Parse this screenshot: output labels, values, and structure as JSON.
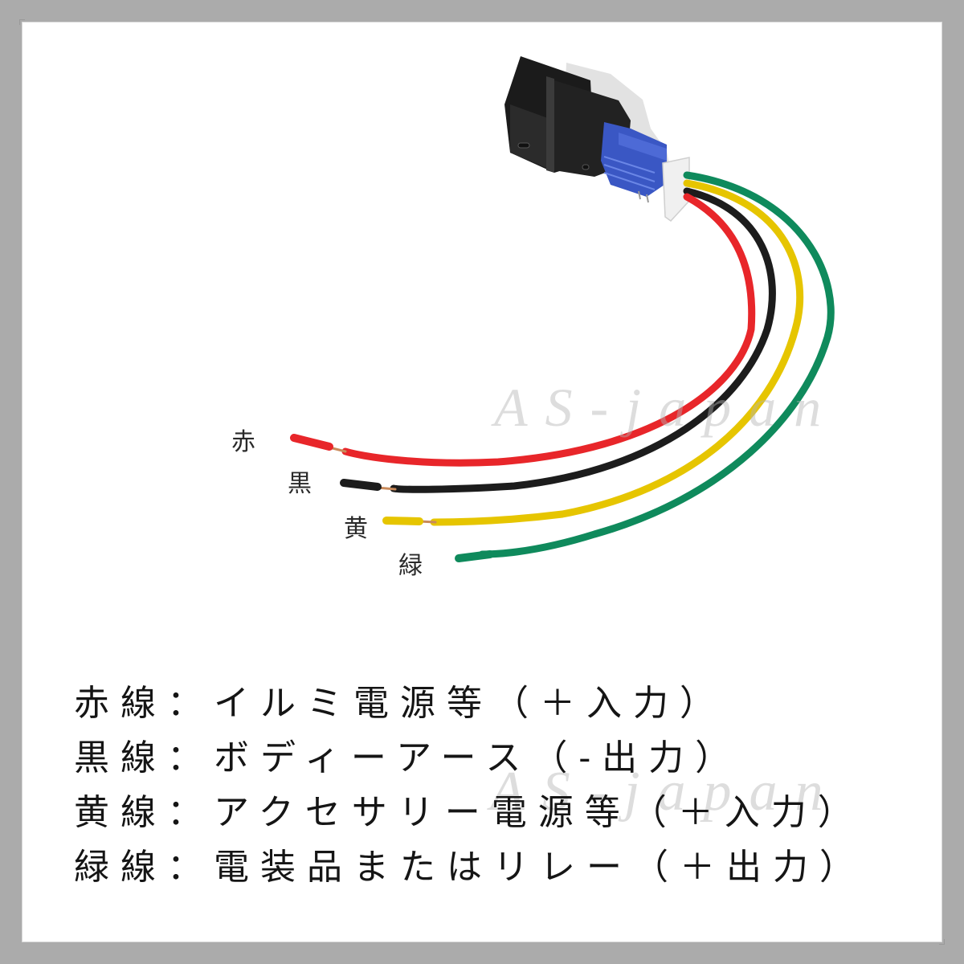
{
  "frame": {
    "background": "#ababab",
    "card_background": "#ffffff"
  },
  "product": {
    "connector": {
      "housing_color": "#1a1a1a",
      "lock_color": "#3a57c4",
      "insulator_color": "#f2f2f2"
    },
    "wires": [
      {
        "id": "red",
        "label": "赤",
        "color": "#e8262a"
      },
      {
        "id": "black",
        "label": "黒",
        "color": "#1c1c1c"
      },
      {
        "id": "yellow",
        "label": "黄",
        "color": "#e6c500"
      },
      {
        "id": "green",
        "label": "緑",
        "color": "#0f8a5c"
      }
    ]
  },
  "watermarks": [
    {
      "text": "AS-japan"
    },
    {
      "text": "AS-japan"
    }
  ],
  "legend": {
    "separator": "：",
    "items": [
      {
        "wire": "赤線",
        "description": "イルミ電源等（＋入力）"
      },
      {
        "wire": "黒線",
        "description": "ボディーアース（-出力）"
      },
      {
        "wire": "黄線",
        "description": "アクセサリー電源等（＋入力）"
      },
      {
        "wire": "緑線",
        "description": "電装品またはリレー（＋出力）"
      }
    ]
  }
}
